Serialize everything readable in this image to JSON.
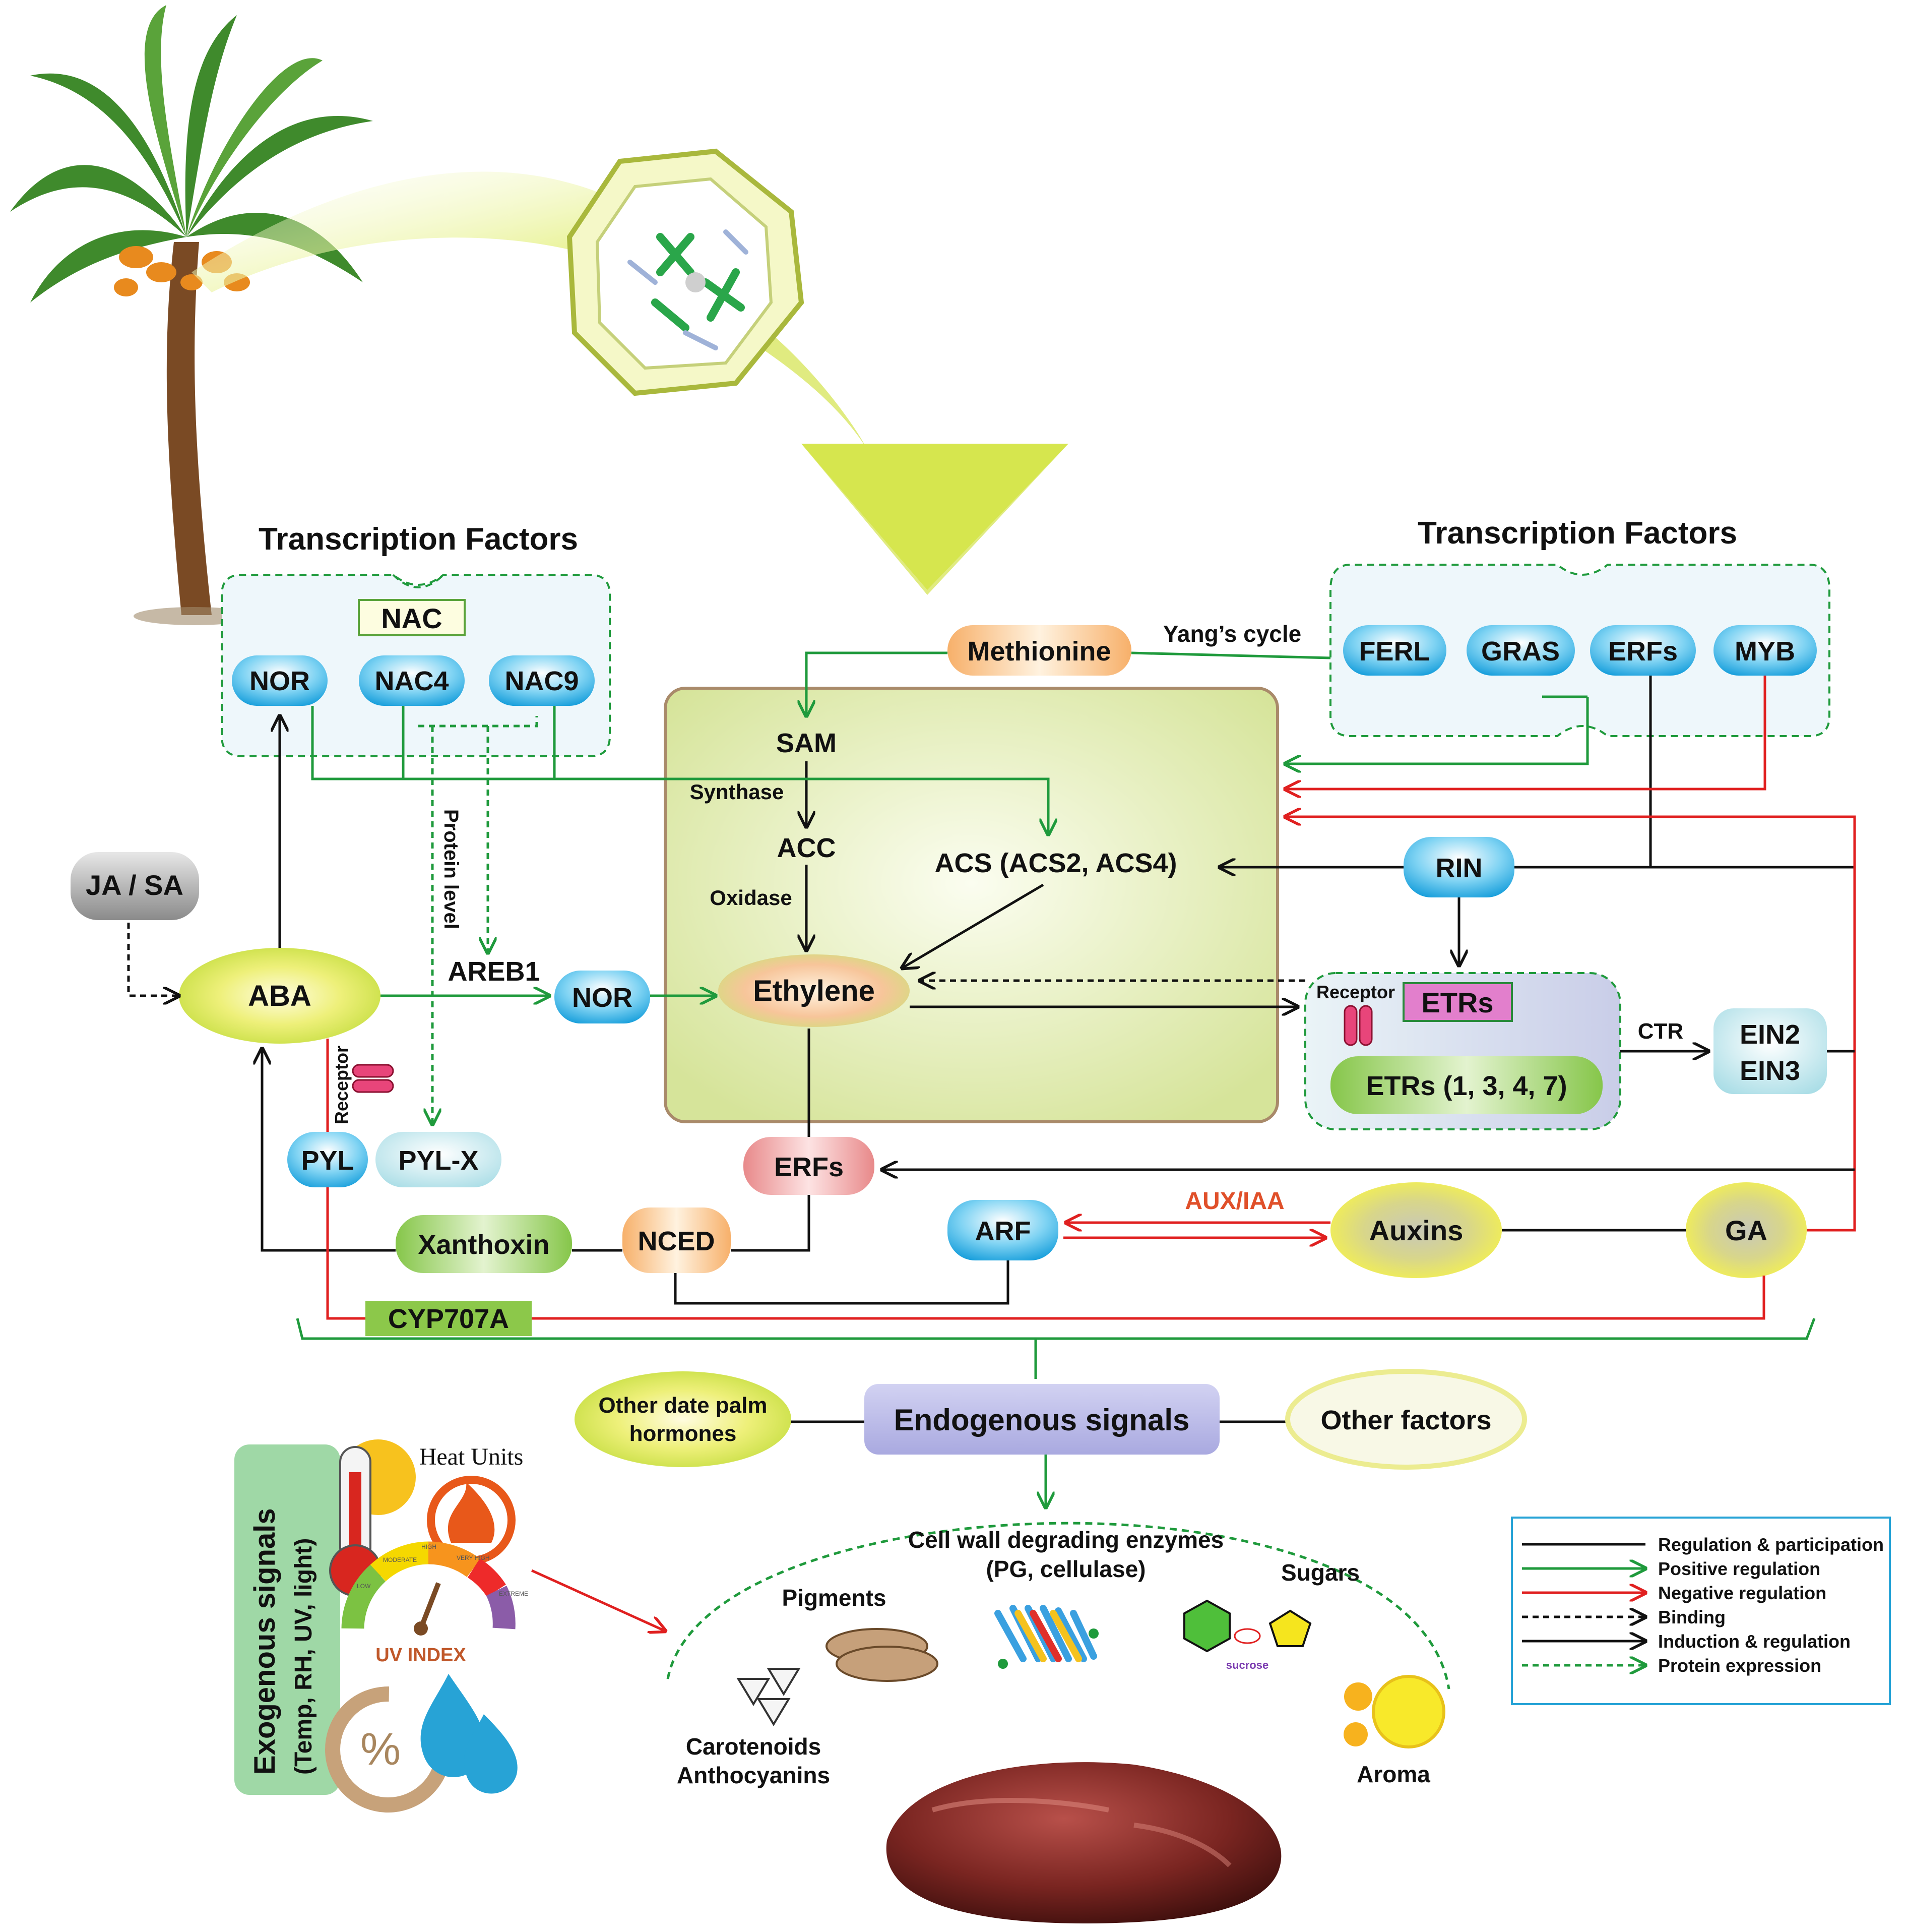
{
  "tf_left": {
    "title": "Transcription Factors",
    "group": "NAC",
    "items": [
      "NOR",
      "NAC4",
      "NAC9"
    ]
  },
  "tf_right": {
    "title": "Transcription Factors",
    "items": [
      "FERL",
      "GRAS",
      "ERFs",
      "MYB"
    ]
  },
  "ethylene_box": {
    "methionine": "Methionine",
    "yang_cycle": "Yang’s cycle",
    "sam": "SAM",
    "synthase": "Synthase",
    "acc": "ACC",
    "oxidase": "Oxidase",
    "acs": "ACS (ACS2, ACS4)",
    "ethylene": "Ethylene"
  },
  "nodes": {
    "ja_sa": "JA / SA",
    "aba": "ABA",
    "areb1": "AREB1",
    "nor": "NOR",
    "protein_level": "Protein  level",
    "receptor": "Receptor",
    "pyl": "PYL",
    "pyl_x": "PYL-X",
    "erfs": "ERFs",
    "xanthoxin": "Xanthoxin",
    "nced": "NCED",
    "arf": "ARF",
    "aux_iaa": "AUX/IAA",
    "auxins": "Auxins",
    "ga": "GA",
    "cyp707a": "CYP707A",
    "rin": "RIN",
    "etrs_receptor": "Receptor",
    "etrs_title": "ETRs",
    "etrs_list": "ETRs (1, 3, 4, 7)",
    "ctr": "CTR",
    "ein2": "EIN2",
    "ein3": "EIN3"
  },
  "signals": {
    "endogenous": "Endogenous signals",
    "other_hormones_1": "Other date palm",
    "other_hormones_2": "hormones",
    "other_factors": "Other factors",
    "exogenous_1": "Exogenous signals",
    "exogenous_2": "(Temp, RH, UV, light)",
    "heat_units": "Heat Units",
    "uv_index": "UV INDEX",
    "percent": "%",
    "uv_scale": [
      "LOW",
      "MODERATE",
      "HIGH",
      "VERY HIGH",
      "EXTREME"
    ]
  },
  "outcomes": {
    "cwde_1": "Cell wall degrading enzymes",
    "cwde_2": "(PG, cellulase)",
    "pigments": "Pigments",
    "sugars": "Sugars",
    "sucrose": "sucrose",
    "carotenoids": "Carotenoids",
    "anthocyanins": "Anthocyanins",
    "aroma": "Aroma"
  },
  "legend": [
    {
      "label": "Regulation & participation",
      "color": "#111111",
      "dashed": false,
      "arrow": false
    },
    {
      "label": "Positive regulation",
      "color": "#1f9a3c",
      "dashed": false,
      "arrow": true
    },
    {
      "label": "Negative regulation",
      "color": "#e02020",
      "dashed": false,
      "arrow": true
    },
    {
      "label": "Binding",
      "color": "#111111",
      "dashed": true,
      "arrow": true
    },
    {
      "label": "Induction & regulation",
      "color": "#111111",
      "dashed": false,
      "arrow": true
    },
    {
      "label": "Protein expression",
      "color": "#1f9a3c",
      "dashed": true,
      "arrow": true
    }
  ],
  "colors": {
    "positive": "#1f9a3c",
    "negative": "#e02020",
    "neutral": "#111111",
    "legend_border": "#27a3d6"
  }
}
